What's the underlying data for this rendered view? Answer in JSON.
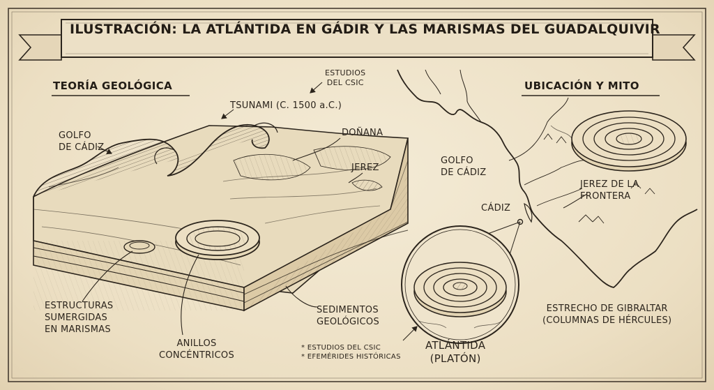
{
  "title": "ILUSTRACIÓN: LA ATLÁNTIDA EN GÁDIR Y LAS MARISMAS DEL GUADALQUIVIR",
  "left_panel": {
    "heading": "TEORÍA GEOLÓGICA",
    "labels": {
      "estudios_1": "ESTUDIOS",
      "estudios_2": "DEL CSIC",
      "tsunami": "TSUNAMI (C. 1500 a.C.)",
      "golfo_1": "GOLFO",
      "golfo_2": "DE CÁDIZ",
      "donana": "DOÑANA",
      "jerez": "JEREZ",
      "estructuras_1": "ESTRUCTURAS",
      "estructuras_2": "SUMERGIDAS",
      "estructuras_3": "EN MARISMAS",
      "sedimentos_1": "SEDIMENTOS",
      "sedimentos_2": "GEOLÓGICOS",
      "anillos_1": "ANILLOS",
      "anillos_2": "CONCÉNTRICOS"
    }
  },
  "right_panel": {
    "heading": "UBICACIÓN Y MITO",
    "labels": {
      "golfo_1": "GOLFO",
      "golfo_2": "DE CÁDIZ",
      "cadiz": "CÁDIZ",
      "jerez_1": "JEREZ DE LA",
      "jerez_2": "FRONTERA",
      "estrecho_1": "ESTRECHO DE GIBRALTAR",
      "estrecho_2": "(COLUMNAS DE HÉRCULES)",
      "atlantida_1": "ATLÁNTIDA",
      "atlantida_2": "(PLATÓN)"
    }
  },
  "footnotes": {
    "note_1": "* ESTUDIOS DEL CSIC",
    "note_2": "* EFEMÉRIDES HISTÓRICAS"
  },
  "colors": {
    "parchment": "#efe4cc",
    "ink": "#2b241c",
    "ribbon": "#e9dcc0"
  }
}
